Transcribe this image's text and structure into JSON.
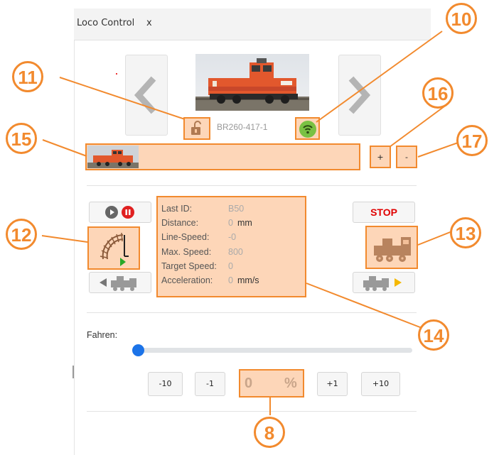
{
  "window": {
    "title": "Loco Control",
    "close_label": "x"
  },
  "loco": {
    "name": "BR260-417-1"
  },
  "buttons": {
    "plus": "+",
    "minus": "-",
    "stop": "STOP"
  },
  "info": {
    "last_id_label": "Last ID:",
    "last_id": "B50",
    "distance_label": "Distance:",
    "distance": "0",
    "distance_unit": "mm",
    "line_speed_label": "Line-Speed:",
    "line_speed": "-0",
    "max_speed_label": "Max. Speed:",
    "max_speed": "800",
    "target_speed_label": "Target Speed:",
    "target_speed": "0",
    "acceleration_label": "Acceleration:",
    "acceleration": "0",
    "acceleration_unit": "mm/s"
  },
  "drive": {
    "label": "Fahren:",
    "slider_value": 0,
    "steps": [
      "-10",
      "-1",
      "+1",
      "+10"
    ],
    "percent_value": "0",
    "percent_unit": "%"
  },
  "callouts": [
    "8",
    "10",
    "11",
    "12",
    "13",
    "14",
    "15",
    "16",
    "17"
  ],
  "colors": {
    "accent": "#f28a2e",
    "highlight": "#fcc8a0",
    "slider": "#1c73e8",
    "stop": "#e00000",
    "wifi": "#7ac143"
  }
}
